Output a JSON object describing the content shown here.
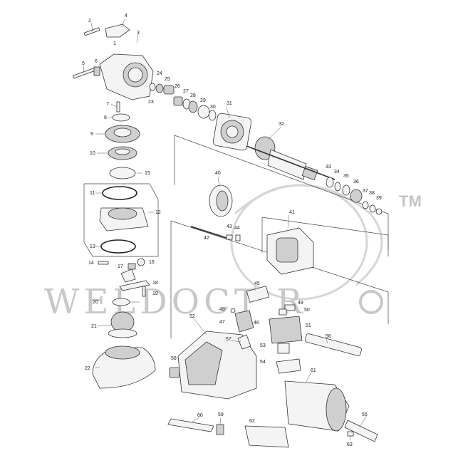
{
  "watermark": {
    "text": "WELDOCT R",
    "trademark": "TM"
  },
  "callouts": [
    "1",
    "2",
    "3",
    "4",
    "5",
    "6",
    "7",
    "8",
    "9",
    "10",
    "11",
    "12",
    "13",
    "14",
    "15",
    "16",
    "17",
    "18",
    "19",
    "20",
    "21",
    "22",
    "23",
    "24",
    "25",
    "26",
    "27",
    "28",
    "29",
    "30",
    "31",
    "32",
    "33",
    "34",
    "35",
    "36",
    "37",
    "38",
    "39",
    "40",
    "41",
    "42",
    "43",
    "44",
    "45",
    "46",
    "47",
    "48",
    "49",
    "50",
    "51",
    "52",
    "53",
    "54",
    "55",
    "56",
    "57",
    "58",
    "59",
    "60",
    "61",
    "62",
    "63"
  ]
}
